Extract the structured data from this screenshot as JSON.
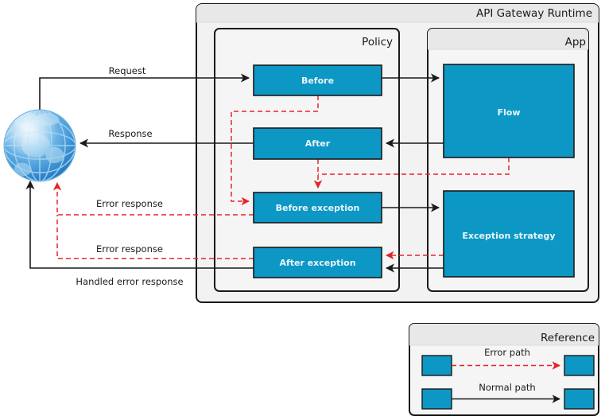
{
  "diagram": {
    "title_visible": false,
    "containers": [
      {
        "id": "runtime",
        "label": "API Gateway Runtime"
      },
      {
        "id": "policy",
        "label": "Policy"
      },
      {
        "id": "app",
        "label": "App"
      },
      {
        "id": "reference",
        "label": "Reference"
      }
    ],
    "nodes": [
      {
        "id": "client",
        "label": "",
        "type": "globe-icon"
      },
      {
        "id": "before",
        "label": "Before",
        "parent": "policy"
      },
      {
        "id": "after",
        "label": "After",
        "parent": "policy"
      },
      {
        "id": "before-exception",
        "label": "Before exception",
        "parent": "policy"
      },
      {
        "id": "after-exception",
        "label": "After exception",
        "parent": "policy"
      },
      {
        "id": "flow",
        "label": "Flow",
        "parent": "app"
      },
      {
        "id": "exception-strategy",
        "label": "Exception strategy",
        "parent": "app"
      }
    ],
    "edge_labels": [
      {
        "id": "request",
        "text": "Request",
        "kind": "normal"
      },
      {
        "id": "response",
        "text": "Response",
        "kind": "normal"
      },
      {
        "id": "error-response-1",
        "text": "Error response",
        "kind": "error"
      },
      {
        "id": "error-response-2",
        "text": "Error response",
        "kind": "error"
      },
      {
        "id": "handled-error-response",
        "text": "Handled error response",
        "kind": "normal"
      }
    ],
    "legend": {
      "title": "Reference",
      "entries": [
        {
          "id": "error-path",
          "text": "Error path",
          "kind": "error"
        },
        {
          "id": "normal-path",
          "text": "Normal path",
          "kind": "normal"
        }
      ]
    },
    "colors": {
      "node_fill": "#0d97c4",
      "node_stroke": "#1a1a1a",
      "node_text": "#eaf6fb",
      "container_fill": "#f2f2f2",
      "container_header_fill": "#e8e8e8",
      "container_stroke": "#1a1a1a",
      "error_path": "#e8232a",
      "normal_path": "#1a1a1a",
      "page_background": "#ffffff"
    }
  }
}
